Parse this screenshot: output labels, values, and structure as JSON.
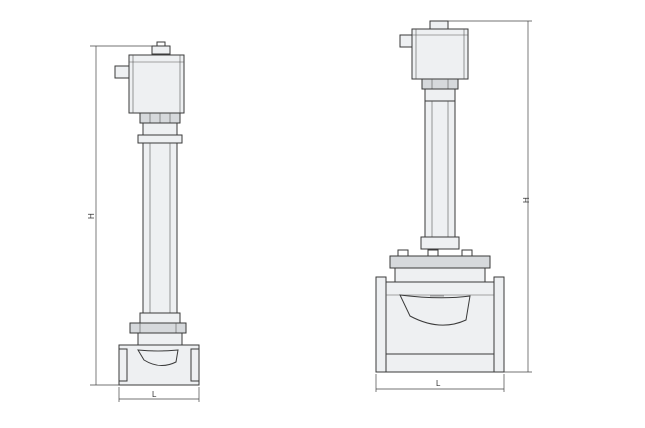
{
  "left_valve": {
    "height_label": "H",
    "length_label": "L"
  },
  "right_valve": {
    "height_label": "H",
    "length_label": "L"
  }
}
